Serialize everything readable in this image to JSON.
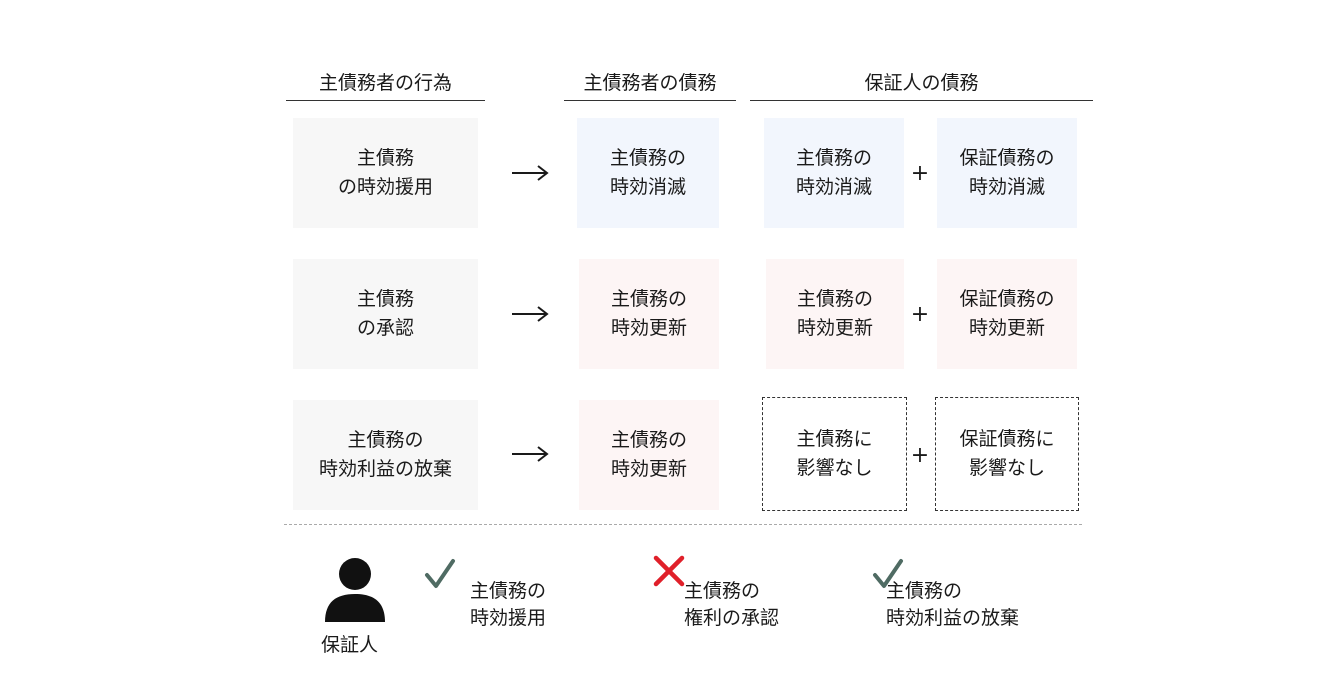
{
  "headers": {
    "act": "主債務者の行為",
    "debtor": "主債務者の債務",
    "guarantor": "保証人の債務"
  },
  "rows": [
    {
      "act": "主債務\nの時効援用",
      "debtor": "主債務の\n時効消滅",
      "guarantor_main": "主債務の\n時効消滅",
      "guarantor_own": "保証債務の\n時効消滅",
      "plus": "+"
    },
    {
      "act": "主債務\nの承認",
      "debtor": "主債務の\n時効更新",
      "guarantor_main": "主債務の\n時効更新",
      "guarantor_own": "保証債務の\n時効更新",
      "plus": "+"
    },
    {
      "act": "主債務の\n時効利益の放棄",
      "debtor": "主債務の\n時効更新",
      "guarantor_main": "主債務に\n影響なし",
      "guarantor_own": "保証債務に\n影響なし",
      "plus": "+"
    }
  ],
  "legend": {
    "person_label": "保証人",
    "items": [
      {
        "mark": "check",
        "text": "主債務の\n時効援用"
      },
      {
        "mark": "cross",
        "text": "主債務の\n権利の承認"
      },
      {
        "mark": "check",
        "text": "主債務の\n時効利益の放棄"
      }
    ]
  },
  "colors": {
    "act_box": "#f7f7f7",
    "extinction_box": "#f2f6fd",
    "renewal_box": "#fdf5f5",
    "check": "#4f6b63",
    "cross": "#e0202a"
  },
  "icons": [
    "arrow-right-icon",
    "plus-icon",
    "person-icon",
    "check-icon",
    "cross-icon"
  ]
}
